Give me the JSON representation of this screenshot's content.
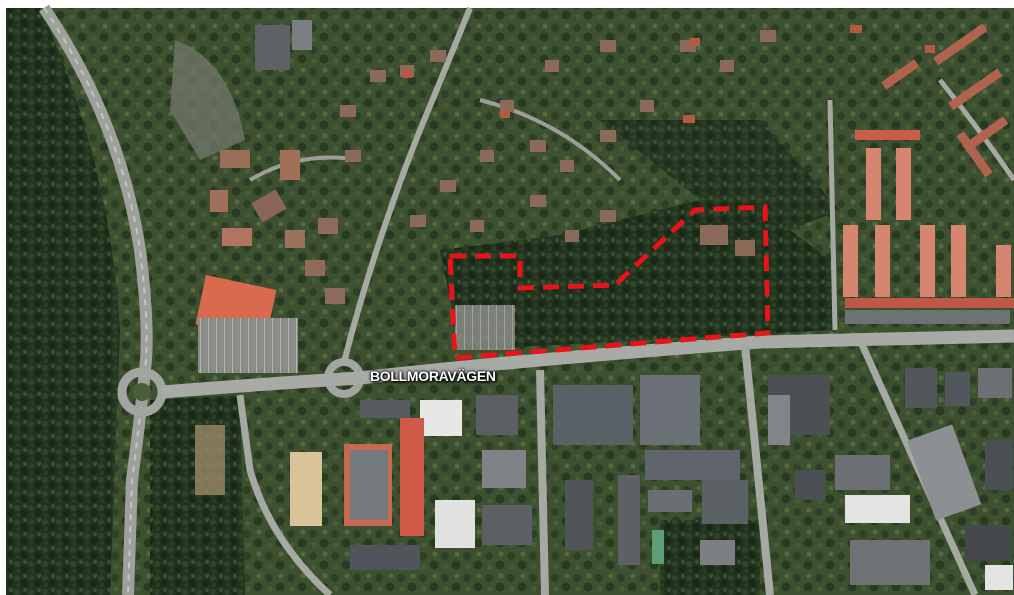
{
  "map": {
    "type": "aerial-photo",
    "road_label": "BOLLMORAVÄGEN",
    "overlay": {
      "kind": "dashed-boundary",
      "color": "#e8141a"
    },
    "colors": {
      "forest": "#1d2d1b",
      "vegetation": "#3b4e2c",
      "road": "#a8aaa6",
      "roof_red": "#c0584a",
      "roof_grey": "#5c6166"
    }
  }
}
